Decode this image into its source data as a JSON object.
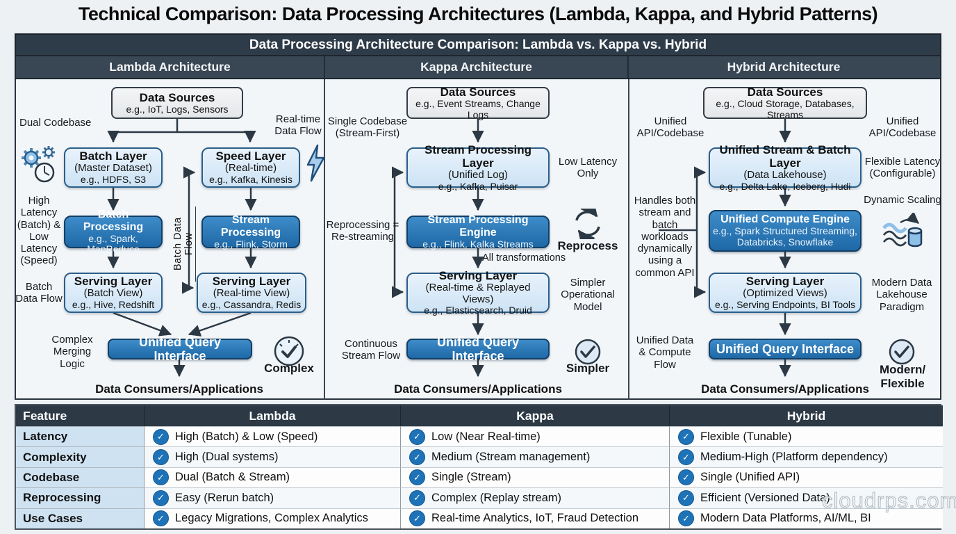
{
  "page_title": "Technical Comparison: Data Processing Architectures (Lambda, Kappa, and Hybrid Patterns)",
  "banner": {
    "title": "Data Processing Architecture Comparison: Lambda vs. Kappa vs. Hybrid"
  },
  "colors": {
    "header_dark": "#2e3b48",
    "subheader": "#394653",
    "light_box_fill": "#d8e9f8",
    "light_box_border": "#2b5e89",
    "dark_box_fill": "#2273b6",
    "source_box_fill": "#e9ebed",
    "check_badge": "#1e73b8",
    "arrow": "#2c3945",
    "feature_col_fill": "#cfe2f1"
  },
  "lambda": {
    "header": "Lambda Architecture",
    "data_sources": {
      "title": "Data Sources",
      "examples": "e.g., IoT, Logs, Sensors"
    },
    "batch_layer": {
      "title": "Batch Layer",
      "subtitle": "(Master Dataset)",
      "examples": "e.g., HDFS, S3"
    },
    "speed_layer": {
      "title": "Speed Layer",
      "subtitle": "(Real-time)",
      "examples": "e.g., Kafka, Kinesis"
    },
    "batch_processing": {
      "title": "Batch Processing",
      "examples": "e.g., Spark, MapReduce"
    },
    "stream_processing": {
      "title": "Stream Processing",
      "examples": "e.g., Flink, Storm"
    },
    "serving_batch": {
      "title": "Serving Layer",
      "subtitle": "(Batch View)",
      "examples": "e.g., Hive, Redshift"
    },
    "serving_realtime": {
      "title": "Serving Layer",
      "subtitle": "(Real-time View)",
      "examples": "e.g., Cassandra, Redis"
    },
    "uqi": "Unified Query Interface",
    "consumers": "Data Consumers/Applications",
    "labels": {
      "dual_codebase": "Dual Codebase",
      "realtime_flow": "Real-time Data Flow",
      "latency_note": "High Latency (Batch) & Low Latency (Speed)",
      "batch_flow": "Batch Data Flow",
      "batch_flow_vertical": "Batch Data Flow",
      "merging": "Complex Merging Logic",
      "verdict": "Complex"
    }
  },
  "kappa": {
    "header": "Kappa Architecture",
    "data_sources": {
      "title": "Data Sources",
      "examples": "e.g., Event Streams, Change Logs"
    },
    "stream_layer": {
      "title": "Stream Processing Layer",
      "subtitle": "(Unified Log)",
      "examples": "e.g., Kafka, Puisar"
    },
    "stream_engine": {
      "title": "Stream Processing Engine",
      "examples": "e.g., Flink, Kalka Streams"
    },
    "serving": {
      "title": "Serving Layer",
      "subtitle": "(Real-time & Replayed Views)",
      "examples": "e.g., Elasticsearch, Druid"
    },
    "uqi": "Unified Query Interface",
    "consumers": "Data Consumers/Applications",
    "labels": {
      "single_codebase": "Single Codebase (Stream-First)",
      "low_latency": "Low Latency Only",
      "reprocessing": "Reprocessing = Re-streaming",
      "all_transformations": "All transformations",
      "reprocess": "Reprocess",
      "simpler_model": "Simpler Operational Model",
      "continuous_flow": "Continuous Stream Flow",
      "verdict": "Simpler"
    }
  },
  "hybrid": {
    "header": "Hybrid Architecture",
    "data_sources": {
      "title": "Data Sources",
      "examples": "e.g., Cloud Storage, Databases, Streams"
    },
    "unified_layer": {
      "title": "Unified Stream & Batch Layer",
      "subtitle": "(Data Lakehouse)",
      "examples": "e.g., Delta Lake, Iceberg, Hudi"
    },
    "compute_engine": {
      "title": "Unified Compute Engine",
      "examples": "e.g., Spark Structured Streaming, Databricks, Snowflake"
    },
    "serving": {
      "title": "Serving Layer",
      "subtitle": "(Optimized Views)",
      "examples": "e.g., Serving Endpoints, BI Tools"
    },
    "uqi": "Unified Query Interface",
    "consumers": "Data Consumers/Applications",
    "labels": {
      "unified_api_left": "Unified API/Codebase",
      "unified_api_right": "Unified API/Codebase",
      "flexible_latency": "Flexible Latency (Configurable)",
      "dynamic_scaling": "Dynamic Scaling",
      "handles_note": "Handles both stream and batch workloads dynamically using a common API",
      "modern_lakehouse": "Modern Data Lakehouse Paradigm",
      "unified_flow": "Unified Data & Compute Flow",
      "verdict": "Modern/ Flexible"
    }
  },
  "table": {
    "headers": [
      "Feature",
      "Lambda",
      "Kappa",
      "Hybrid"
    ],
    "check_glyph": "✓",
    "rows": [
      {
        "feature": "Latency",
        "lambda": "High (Batch) & Low (Speed)",
        "kappa": "Low (Near Real-time)",
        "hybrid": "Flexible (Tunable)"
      },
      {
        "feature": "Complexity",
        "lambda": "High (Dual systems)",
        "kappa": "Medium (Stream management)",
        "hybrid": "Medium-High (Platform dependency)"
      },
      {
        "feature": "Codebase",
        "lambda": "Dual (Batch & Stream)",
        "kappa": "Single (Stream)",
        "hybrid": "Single (Unified API)"
      },
      {
        "feature": "Reprocessing",
        "lambda": "Easy (Rerun batch)",
        "kappa": "Complex (Replay stream)",
        "hybrid": "Efficient (Versioned Data)"
      },
      {
        "feature": "Use Cases",
        "lambda": "Legacy Migrations, Complex Analytics",
        "kappa": "Real-time Analytics, IoT, Fraud Detection",
        "hybrid": "Modern Data Platforms, AI/ML, BI"
      }
    ]
  },
  "watermark": "cloudrps.com"
}
